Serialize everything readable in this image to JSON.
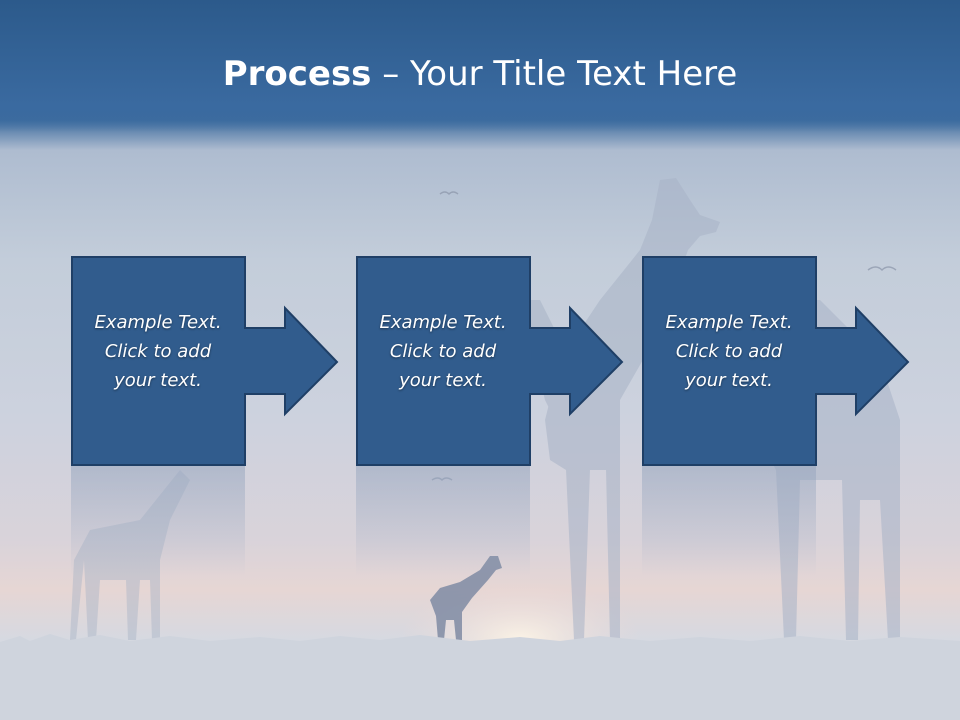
{
  "slide": {
    "title_bold": "Process",
    "title_rest": " – Your Title Text Here"
  },
  "steps": [
    {
      "line1": "Example Text.",
      "line2": "Click  to add",
      "line3": "your text."
    },
    {
      "line1": "Example Text.",
      "line2": "Click  to add",
      "line3": "your text."
    },
    {
      "line1": "Example Text.",
      "line2": "Click  to add",
      "line3": "your text."
    }
  ],
  "colors": {
    "box_fill": "#315c8d",
    "box_border": "#1f3f66",
    "title_text": "#ffffff"
  }
}
